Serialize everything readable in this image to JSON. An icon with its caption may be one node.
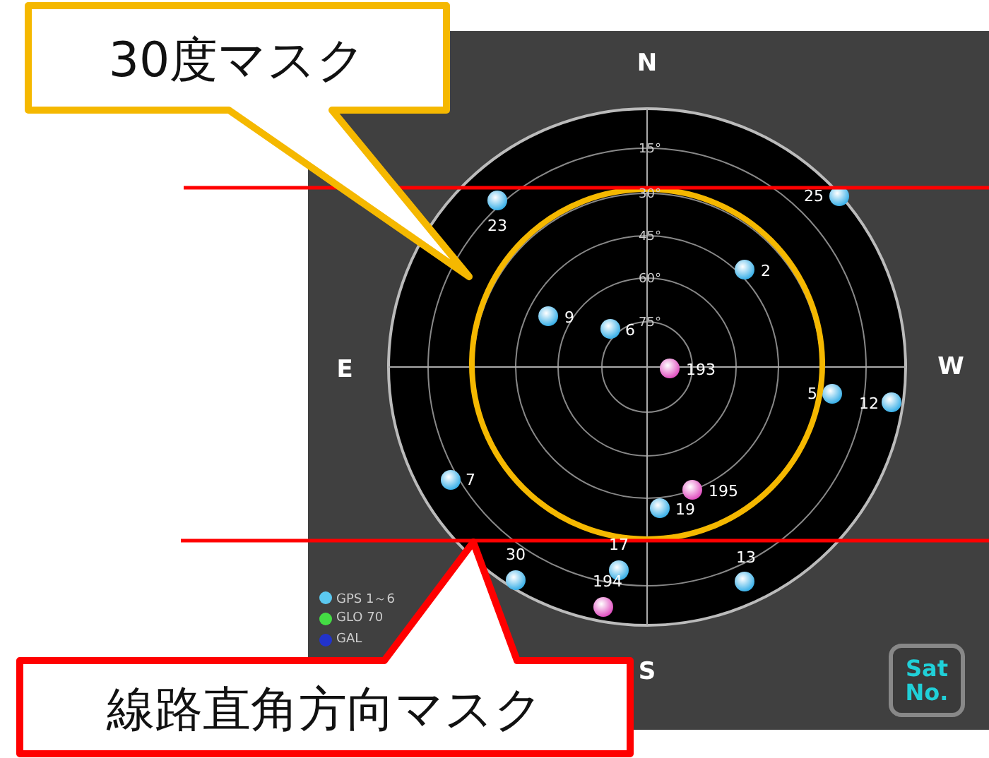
{
  "diagram": {
    "nodes": [
      {
        "text": [
          "30度マスク"
        ]
      },
      {
        "text": [
          "線路直角方向マスク"
        ]
      }
    ],
    "labels": [
      "N",
      "15°",
      "30°",
      "23",
      "25",
      "45°",
      "2",
      "60°",
      "9",
      "6",
      "75°",
      "E",
      "193",
      "W",
      "5",
      "12",
      "7",
      "195",
      "19",
      "30",
      "17",
      "13",
      "194",
      "S",
      "Sat No."
    ],
    "legend": [
      {
        "text": "GPS 1～6",
        "color": "#5bc8f0"
      },
      {
        "text": "GLO 70",
        "color": "#44dd44"
      },
      {
        "text": "GAL",
        "color": "#2233cc"
      }
    ]
  }
}
